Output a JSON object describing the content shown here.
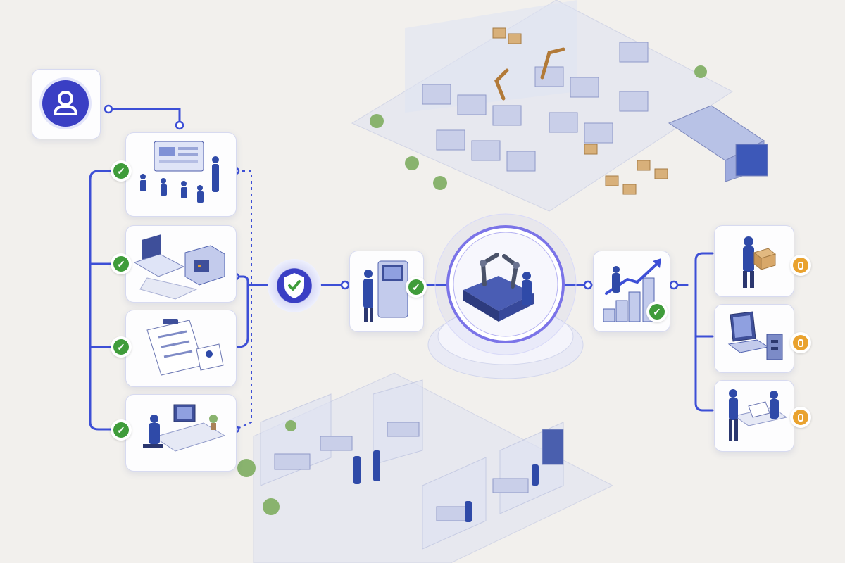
{
  "colors": {
    "background": "#f2f0ed",
    "connector": "#3d4fd6",
    "accent": "#3a3fc4",
    "check_green": "#3f9c3a",
    "pending_orange": "#e9a22e",
    "worker_blue": "#2f4aa8"
  },
  "icons": {
    "start": "user-icon",
    "gate": "shield-check-icon",
    "complete": "check-icon",
    "pending": "pending-icon"
  },
  "input_steps": [
    {
      "scene": "training-session",
      "status": "complete"
    },
    {
      "scene": "equipment-setup",
      "status": "complete"
    },
    {
      "scene": "documentation-review",
      "status": "complete"
    },
    {
      "scene": "desk-workstation",
      "status": "complete"
    }
  ],
  "pipeline": [
    {
      "scene": "operator-terminal",
      "status": "complete"
    },
    {
      "scene": "robotic-assembly-hub",
      "status": "active"
    },
    {
      "scene": "growth-progress",
      "status": "complete"
    }
  ],
  "output_steps": [
    {
      "scene": "package-delivery",
      "status": "pending"
    },
    {
      "scene": "laptop-server",
      "status": "pending"
    },
    {
      "scene": "client-meeting",
      "status": "pending"
    }
  ],
  "backgrounds": [
    "factory-floor-isometric",
    "office-floor-isometric"
  ]
}
